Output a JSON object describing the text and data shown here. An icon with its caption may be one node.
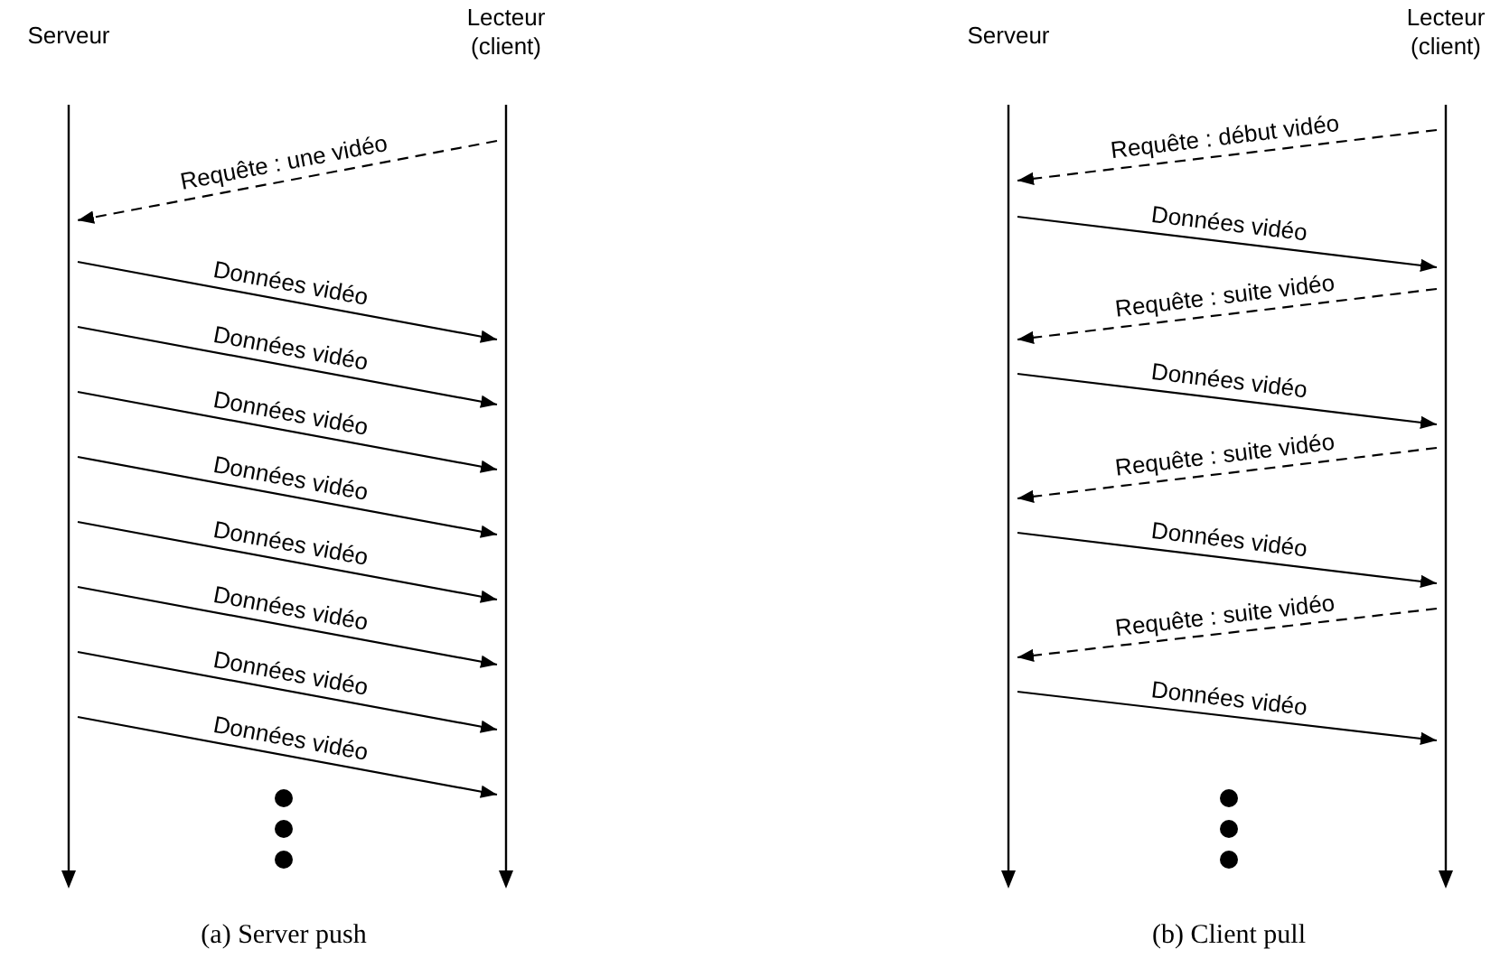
{
  "diagram": {
    "nodes": [
      {
        "text": [
          "Serveur"
        ]
      },
      {
        "text": [
          "Lecteur (client)"
        ]
      },
      {
        "text": [
          "Serveur"
        ]
      },
      {
        "text": [
          "Lecteur (client)"
        ]
      }
    ],
    "edges": [
      {
        "from": 1,
        "to": 0,
        "arrow": "to",
        "label": "Requête : une vidéo",
        "style": "dashed"
      },
      {
        "from": 0,
        "to": 1,
        "arrow": "to",
        "label": "Données vidéo"
      },
      {
        "from": 0,
        "to": 1,
        "arrow": "to",
        "label": "Données vidéo"
      },
      {
        "from": 0,
        "to": 1,
        "arrow": "to",
        "label": "Données vidéo"
      },
      {
        "from": 0,
        "to": 1,
        "arrow": "to",
        "label": "Données vidéo"
      },
      {
        "from": 0,
        "to": 1,
        "arrow": "to",
        "label": "Données vidéo"
      },
      {
        "from": 0,
        "to": 1,
        "arrow": "to",
        "label": "Données vidéo"
      },
      {
        "from": 0,
        "to": 1,
        "arrow": "to",
        "label": "Données vidéo"
      },
      {
        "from": 0,
        "to": 1,
        "arrow": "to",
        "label": "Données vidéo"
      },
      {
        "from": 3,
        "to": 2,
        "arrow": "to",
        "label": "Requête : début vidéo",
        "style": "dashed"
      },
      {
        "from": 2,
        "to": 3,
        "arrow": "to",
        "label": "Données vidéo"
      },
      {
        "from": 3,
        "to": 2,
        "arrow": "to",
        "label": "Requête : suite vidéo",
        "style": "dashed"
      },
      {
        "from": 2,
        "to": 3,
        "arrow": "to",
        "label": "Données vidéo"
      },
      {
        "from": 3,
        "to": 2,
        "arrow": "to",
        "label": "Requête : suite vidéo",
        "style": "dashed"
      },
      {
        "from": 2,
        "to": 3,
        "arrow": "to",
        "label": "Données vidéo"
      },
      {
        "from": 3,
        "to": 2,
        "arrow": "to",
        "label": "Requête : suite vidéo",
        "style": "dashed"
      },
      {
        "from": 2,
        "to": 3,
        "arrow": "to",
        "label": "Données vidéo"
      }
    ],
    "labels": [
      "(a) Server push",
      "(b) Client pull"
    ]
  }
}
